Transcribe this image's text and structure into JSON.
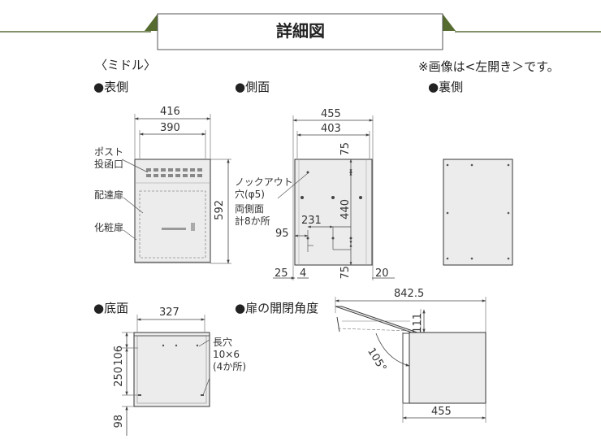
{
  "header": {
    "title": "詳細図"
  },
  "model": "〈ミドル〉",
  "note": "※画像は<左開き＞です。",
  "views": {
    "front": {
      "title": "●表側",
      "dims": {
        "total_width": "416",
        "inner_width": "390",
        "height": "592"
      },
      "labels": {
        "post": "ポスト",
        "slot": "投函口",
        "delivery": "配達扉",
        "makeup": "化粧扉"
      }
    },
    "side": {
      "title": "●側面",
      "dims": {
        "total_width": "455",
        "inner_width": "403",
        "top": "75",
        "middle": "440",
        "bottom": "75",
        "d231": "231",
        "d95": "95",
        "d25": "25",
        "d4": "4",
        "d20": "20"
      },
      "labels": {
        "knockout_1": "ノックアウト",
        "knockout_2": "穴(φ5)",
        "knockout_3": "両側面",
        "knockout_4": "計8か所"
      }
    },
    "back": {
      "title": "●裏側"
    },
    "bottom": {
      "title": "●底面",
      "dims": {
        "width": "327",
        "d106": "106",
        "d250": "250",
        "d98": "98"
      },
      "labels": {
        "hole_1": "長穴",
        "hole_2": "10×6",
        "hole_3": "(4か所)"
      }
    },
    "door": {
      "title": "●扉の開閉角度",
      "dims": {
        "total": "842.5",
        "d111": "111",
        "angle": "105°",
        "depth": "455"
      }
    }
  }
}
